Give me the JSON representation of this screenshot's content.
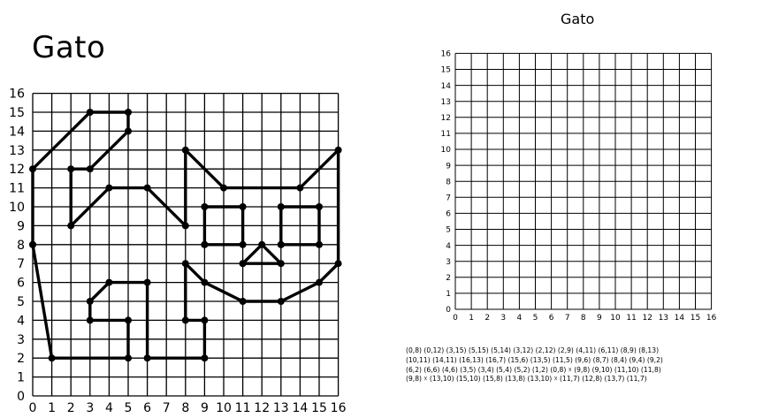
{
  "left_panel": {
    "title": "Gato",
    "axis_range": [
      0,
      16
    ],
    "x_tick_labels": [
      "0",
      "1",
      "2",
      "3",
      "4",
      "5",
      "6",
      "7",
      "8",
      "9",
      "10",
      "11",
      "12",
      "13",
      "14",
      "15",
      "16"
    ],
    "y_tick_labels": [
      "0",
      "1",
      "2",
      "3",
      "4",
      "5",
      "6",
      "7",
      "8",
      "9",
      "10",
      "11",
      "12",
      "13",
      "14",
      "15",
      "16"
    ],
    "drawing_color": "#000000",
    "polylines": [
      [
        [
          0,
          8
        ],
        [
          0,
          12
        ],
        [
          3,
          15
        ],
        [
          5,
          15
        ],
        [
          5,
          14
        ],
        [
          3,
          12
        ],
        [
          2,
          12
        ],
        [
          2,
          9
        ],
        [
          4,
          11
        ],
        [
          6,
          11
        ],
        [
          8,
          9
        ],
        [
          8,
          13
        ],
        [
          10,
          11
        ],
        [
          14,
          11
        ],
        [
          16,
          13
        ],
        [
          16,
          7
        ],
        [
          15,
          6
        ],
        [
          13,
          5
        ],
        [
          11,
          5
        ],
        [
          9,
          6
        ],
        [
          8,
          7
        ],
        [
          8,
          4
        ],
        [
          9,
          4
        ],
        [
          9,
          2
        ],
        [
          6,
          2
        ],
        [
          6,
          6
        ],
        [
          4,
          6
        ],
        [
          3,
          5
        ],
        [
          3,
          4
        ],
        [
          5,
          4
        ],
        [
          5,
          2
        ],
        [
          1,
          2
        ],
        [
          0,
          8
        ]
      ],
      [
        [
          9,
          8
        ],
        [
          9,
          10
        ],
        [
          11,
          10
        ],
        [
          11,
          8
        ],
        [
          9,
          8
        ]
      ],
      [
        [
          13,
          8
        ],
        [
          13,
          10
        ],
        [
          15,
          10
        ],
        [
          15,
          8
        ],
        [
          13,
          8
        ]
      ],
      [
        [
          11,
          7
        ],
        [
          12,
          8
        ],
        [
          13,
          7
        ],
        [
          11,
          7
        ]
      ]
    ]
  },
  "right_panel": {
    "title": "Gato",
    "axis_range": [
      0,
      16
    ],
    "x_tick_labels": [
      "0",
      "1",
      "2",
      "3",
      "4",
      "5",
      "6",
      "7",
      "8",
      "9",
      "10",
      "11",
      "12",
      "13",
      "14",
      "15",
      "16"
    ],
    "y_tick_labels": [
      "0",
      "1",
      "2",
      "3",
      "4",
      "5",
      "6",
      "7",
      "8",
      "9",
      "10",
      "11",
      "12",
      "13",
      "14",
      "15",
      "16"
    ],
    "grid_color": "#000000"
  },
  "instructions": {
    "lines": [
      "(0,8) (0,12) (3,15) (5,15) (5,14) (3,12) (2,12) (2,9) (4,11) (6,11) (8,9) (8,13)",
      "(10,11) (14,11) (16,13) (16,7) (15,6) (13,5) (11,5) (9,6) (8,7) (8,4) (9,4) (9,2)",
      "(6,2) (6,6) (4,6) (3,5) (3,4) (5,4) (5,2) (1,2) (0,8) ☓ (9,8) (9,10) (11,10) (11,8)",
      "(9,8) ☓ (13,10) (15,10) (15,8) (13,8) (13,10) ☓ (11,7) (12,8) (13,7) (11,7)"
    ]
  }
}
